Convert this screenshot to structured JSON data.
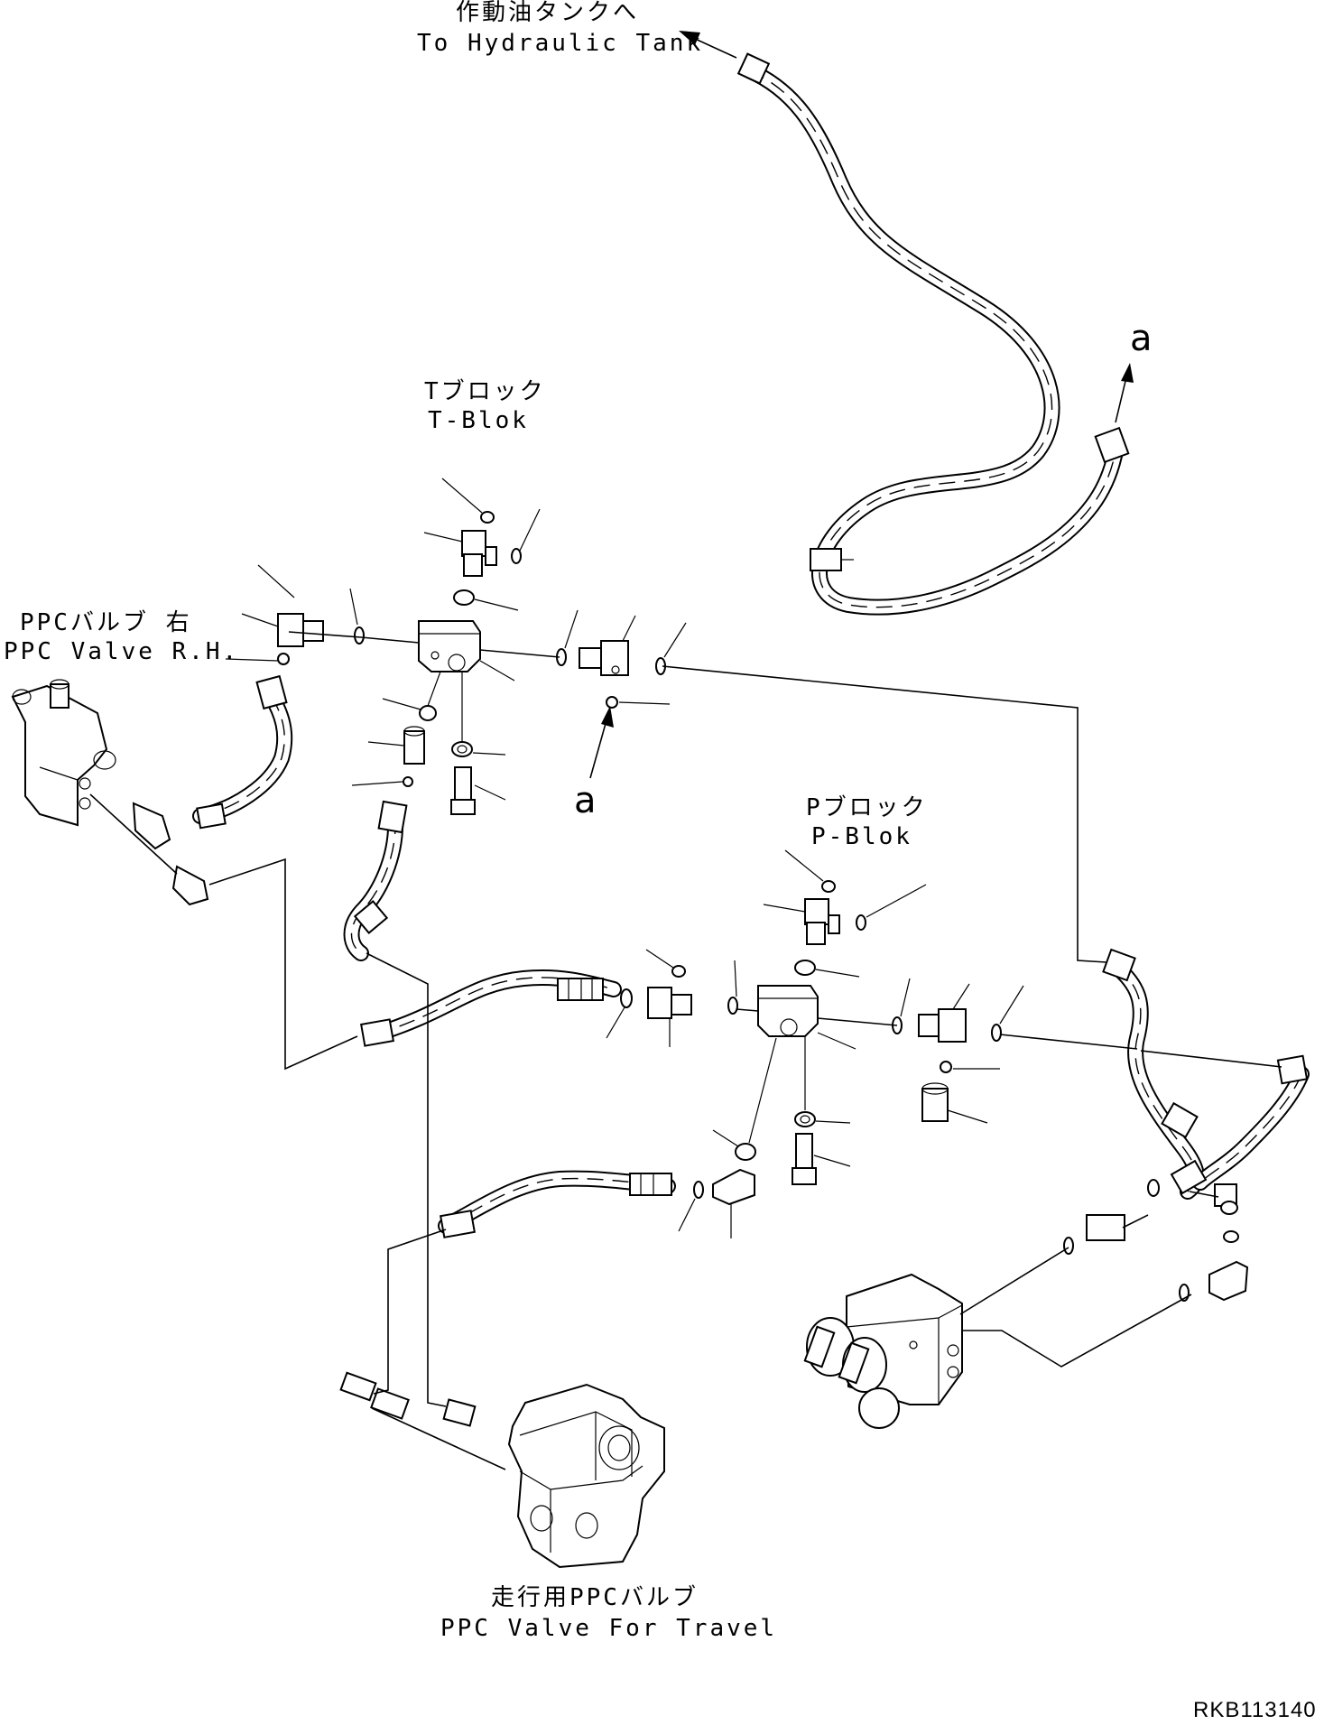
{
  "labels": {
    "hydraulic_tank_jp": "作動油タンクへ",
    "hydraulic_tank_en": "To Hydraulic Tank",
    "t_block_jp": "Tブロック",
    "t_block_en": "T-Blok",
    "ppc_valve_rh_jp": "PPCバルブ 右",
    "ppc_valve_rh_en": "PPC Valve R.H.",
    "p_block_jp": "Pブロック",
    "p_block_en": "P-Blok",
    "ppc_travel_jp": "走行用PPCバルブ",
    "ppc_travel_en": "PPC Valve For Travel",
    "ref_a_top": "a",
    "ref_a_mid": "a"
  },
  "drawing_code": "RKB113140"
}
